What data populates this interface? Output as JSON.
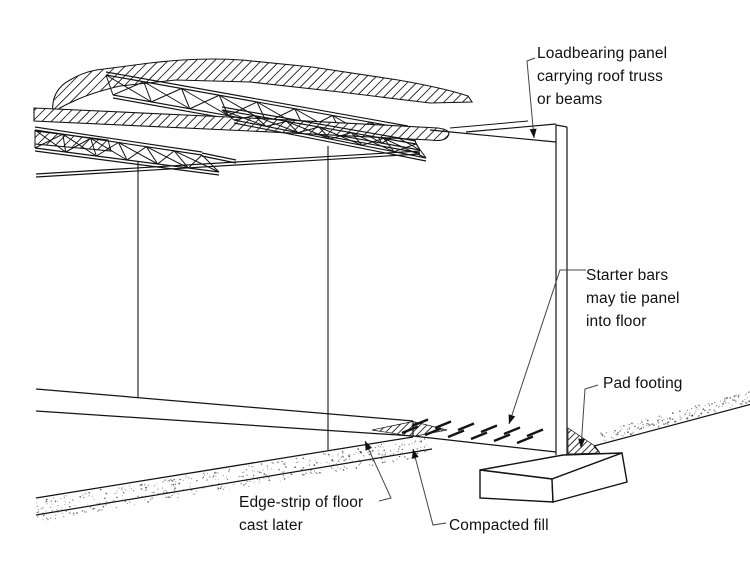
{
  "figure": {
    "kind": "construction-detail-line-drawing",
    "labels": {
      "loadbearing_panel": "Loadbearing panel\ncarrying roof truss\nor beams",
      "starter_bars": "Starter bars\nmay tie panel\ninto floor",
      "pad_footing": "Pad footing",
      "edge_strip": "Edge-strip of floor\ncast later",
      "compacted_fill": "Compacted fill"
    },
    "colors": {
      "background": "#ffffff",
      "line": "#141414",
      "leader": "#444444",
      "text": "#111111"
    }
  }
}
